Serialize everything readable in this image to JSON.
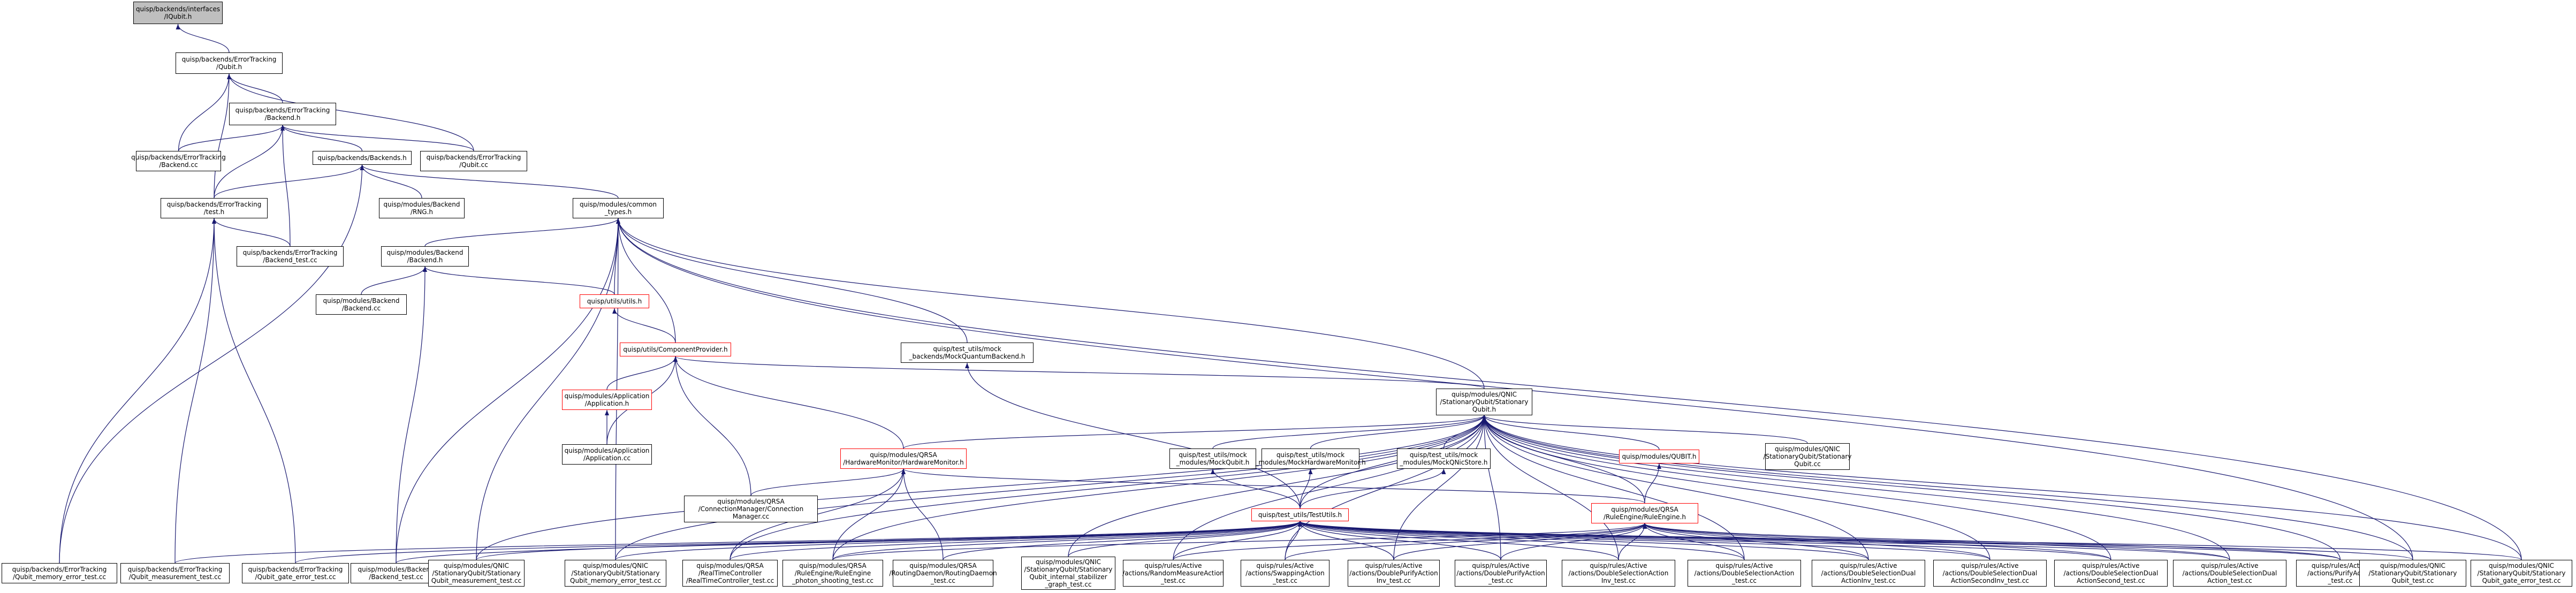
{
  "colors": {
    "edge": "#191970",
    "border": "#000000",
    "incomplete_border": "#ff0000",
    "focus_fill": "#bfbfbf"
  },
  "nodes": [
    {
      "id": "n0",
      "lines": [
        "quisp/backends/interfaces",
        "/IQubit.h"
      ],
      "style": "focus"
    },
    {
      "id": "n1",
      "lines": [
        "quisp/backends/ErrorTracking",
        "/Qubit.h"
      ]
    },
    {
      "id": "n2",
      "lines": [
        "quisp/backends/ErrorTracking",
        "/Backend.h"
      ]
    },
    {
      "id": "n3",
      "lines": [
        "quisp/backends/ErrorTracking",
        "/Backend.cc"
      ]
    },
    {
      "id": "n4",
      "lines": [
        "quisp/backends/Backends.h"
      ]
    },
    {
      "id": "n5",
      "lines": [
        "quisp/backends/ErrorTracking",
        "/Qubit.cc"
      ]
    },
    {
      "id": "n6",
      "lines": [
        "quisp/backends/ErrorTracking",
        "/test.h"
      ]
    },
    {
      "id": "n7",
      "lines": [
        "quisp/modules/Backend",
        "/RNG.h"
      ]
    },
    {
      "id": "n8",
      "lines": [
        "quisp/modules/common",
        "_types.h"
      ]
    },
    {
      "id": "n9",
      "lines": [
        "quisp/backends/ErrorTracking",
        "/Backend_test.cc"
      ]
    },
    {
      "id": "n10",
      "lines": [
        "quisp/modules/Backend",
        "/Backend.h"
      ]
    },
    {
      "id": "n11",
      "lines": [
        "quisp/utils/utils.h"
      ],
      "style": "red"
    },
    {
      "id": "n12",
      "lines": [
        "quisp/modules/Backend",
        "/Backend.cc"
      ]
    },
    {
      "id": "n13",
      "lines": [
        "quisp/utils/ComponentProvider.h"
      ],
      "style": "red"
    },
    {
      "id": "n14",
      "lines": [
        "quisp/test_utils/mock",
        "_backends/MockQuantumBackend.h"
      ]
    },
    {
      "id": "n15",
      "lines": [
        "quisp/modules/Application",
        "/Application.h"
      ],
      "style": "red"
    },
    {
      "id": "n16",
      "lines": [
        "quisp/modules/QNIC",
        "/StationaryQubit/Stationary",
        "Qubit.h"
      ]
    },
    {
      "id": "n17",
      "lines": [
        "quisp/modules/Application",
        "/Application.cc"
      ]
    },
    {
      "id": "n18",
      "lines": [
        "quisp/modules/QRSA",
        "/HardwareMonitor/HardwareMonitor.h"
      ],
      "style": "red"
    },
    {
      "id": "n19",
      "lines": [
        "quisp/test_utils/mock",
        "_modules/MockQubit.h"
      ]
    },
    {
      "id": "n20",
      "lines": [
        "quisp/test_utils/mock",
        "_modules/MockHardwareMonitor.h"
      ]
    },
    {
      "id": "n21",
      "lines": [
        "quisp/test_utils/mock",
        "_modules/MockQNicStore.h"
      ]
    },
    {
      "id": "n22",
      "lines": [
        "quisp/modules/QUBIT.h"
      ],
      "style": "red"
    },
    {
      "id": "n23",
      "lines": [
        "quisp/modules/QNIC",
        "/StationaryQubit/Stationary",
        "Qubit.cc"
      ]
    },
    {
      "id": "n24",
      "lines": [
        "quisp/modules/QRSA",
        "/ConnectionManager/Connection",
        "Manager.cc"
      ]
    },
    {
      "id": "n25",
      "lines": [
        "quisp/test_utils/TestUtils.h"
      ],
      "style": "red"
    },
    {
      "id": "n26",
      "lines": [
        "quisp/modules/QRSA",
        "/RuleEngine/RuleEngine.h"
      ],
      "style": "red"
    },
    {
      "id": "b0",
      "lines": [
        "quisp/backends/ErrorTracking",
        "/Qubit_memory_error_test.cc"
      ]
    },
    {
      "id": "b1",
      "lines": [
        "quisp/backends/ErrorTracking",
        "/Qubit_measurement_test.cc"
      ]
    },
    {
      "id": "b2",
      "lines": [
        "quisp/backends/ErrorTracking",
        "/Qubit_gate_error_test.cc"
      ]
    },
    {
      "id": "b3",
      "lines": [
        "quisp/modules/Backend",
        "/Backend_test.cc"
      ]
    },
    {
      "id": "b4",
      "lines": [
        "quisp/modules/QNIC",
        "/StationaryQubit/Stationary",
        "Qubit_measurement_test.cc"
      ]
    },
    {
      "id": "b5",
      "lines": [
        "quisp/modules/QNIC",
        "/StationaryQubit/Stationary",
        "Qubit_memory_error_test.cc"
      ]
    },
    {
      "id": "b6",
      "lines": [
        "quisp/modules/QRSA",
        "/RealTimeController",
        "/RealTimeController_test.cc"
      ]
    },
    {
      "id": "b7",
      "lines": [
        "quisp/modules/QRSA",
        "/RuleEngine/RuleEngine",
        "_photon_shooting_test.cc"
      ]
    },
    {
      "id": "b8",
      "lines": [
        "quisp/modules/QRSA",
        "/RoutingDaemon/RoutingDaemon",
        "_test.cc"
      ]
    },
    {
      "id": "b9",
      "lines": [
        "quisp/modules/QNIC",
        "/StationaryQubit/Stationary",
        "Qubit_internal_stabilizer",
        "_graph_test.cc"
      ]
    },
    {
      "id": "b10",
      "lines": [
        "quisp/rules/Active",
        "/actions/RandomMeasureAction",
        "_test.cc"
      ]
    },
    {
      "id": "b11",
      "lines": [
        "quisp/rules/Active",
        "/actions/SwappingAction",
        "_test.cc"
      ]
    },
    {
      "id": "b12",
      "lines": [
        "quisp/rules/Active",
        "/actions/DoublePurifyAction",
        "Inv_test.cc"
      ]
    },
    {
      "id": "b13",
      "lines": [
        "quisp/rules/Active",
        "/actions/DoublePurifyAction",
        "_test.cc"
      ]
    },
    {
      "id": "b14",
      "lines": [
        "quisp/rules/Active",
        "/actions/DoubleSelectionAction",
        "Inv_test.cc"
      ]
    },
    {
      "id": "b15",
      "lines": [
        "quisp/rules/Active",
        "/actions/DoubleSelectionAction",
        "_test.cc"
      ]
    },
    {
      "id": "b16",
      "lines": [
        "quisp/rules/Active",
        "/actions/DoubleSelectionDual",
        "ActionInv_test.cc"
      ]
    },
    {
      "id": "b17",
      "lines": [
        "quisp/rules/Active",
        "/actions/DoubleSelectionDual",
        "ActionSecondInv_test.cc"
      ]
    },
    {
      "id": "b18",
      "lines": [
        "quisp/rules/Active",
        "/actions/DoubleSelectionDual",
        "ActionSecond_test.cc"
      ]
    },
    {
      "id": "b19",
      "lines": [
        "quisp/rules/Active",
        "/actions/DoubleSelectionDual",
        "Action_test.cc"
      ]
    },
    {
      "id": "b20",
      "lines": [
        "quisp/rules/Active",
        "/actions/PurifyAction",
        "_test.cc"
      ]
    },
    {
      "id": "b21",
      "lines": [
        "quisp/modules/QNIC",
        "/StationaryQubit/Stationary",
        "Qubit_test.cc"
      ]
    },
    {
      "id": "b22",
      "lines": [
        "quisp/modules/QNIC",
        "/StationaryQubit/Stationary",
        "Qubit_gate_error_test.cc"
      ]
    }
  ],
  "edges": [
    [
      "n0",
      "n1"
    ],
    [
      "n1",
      "n2"
    ],
    [
      "n1",
      "n3"
    ],
    [
      "n1",
      "n5"
    ],
    [
      "n1",
      "n6"
    ],
    [
      "n2",
      "n3"
    ],
    [
      "n2",
      "n4"
    ],
    [
      "n2",
      "n5"
    ],
    [
      "n2",
      "n6"
    ],
    [
      "n2",
      "n9"
    ],
    [
      "n4",
      "n6"
    ],
    [
      "n4",
      "n7"
    ],
    [
      "n4",
      "n8"
    ],
    [
      "n4",
      "b0"
    ],
    [
      "n6",
      "n9"
    ],
    [
      "n6",
      "b0"
    ],
    [
      "n6",
      "b1"
    ],
    [
      "n6",
      "b2"
    ],
    [
      "n8",
      "n10"
    ],
    [
      "n8",
      "n11"
    ],
    [
      "n8",
      "n13"
    ],
    [
      "n8",
      "n14"
    ],
    [
      "n8",
      "n16"
    ],
    [
      "n8",
      "b3"
    ],
    [
      "n8",
      "b4"
    ],
    [
      "n8",
      "b5"
    ],
    [
      "n8",
      "b21"
    ],
    [
      "n8",
      "b22"
    ],
    [
      "n10",
      "n11"
    ],
    [
      "n10",
      "n12"
    ],
    [
      "n10",
      "b3"
    ],
    [
      "n11",
      "n13"
    ],
    [
      "n13",
      "n15"
    ],
    [
      "n13",
      "n16"
    ],
    [
      "n13",
      "n17"
    ],
    [
      "n13",
      "n18"
    ],
    [
      "n13",
      "n24"
    ],
    [
      "n14",
      "n25"
    ],
    [
      "n15",
      "n17"
    ],
    [
      "n16",
      "n18"
    ],
    [
      "n16",
      "n19"
    ],
    [
      "n16",
      "n20"
    ],
    [
      "n16",
      "n21"
    ],
    [
      "n16",
      "n22"
    ],
    [
      "n16",
      "n23"
    ],
    [
      "n16",
      "n25"
    ],
    [
      "n16",
      "n26"
    ],
    [
      "n16",
      "b4"
    ],
    [
      "n16",
      "b5"
    ],
    [
      "n16",
      "b6"
    ],
    [
      "n16",
      "b7"
    ],
    [
      "n16",
      "b9"
    ],
    [
      "n16",
      "b10"
    ],
    [
      "n16",
      "b11"
    ],
    [
      "n16",
      "b12"
    ],
    [
      "n16",
      "b13"
    ],
    [
      "n16",
      "b14"
    ],
    [
      "n16",
      "b15"
    ],
    [
      "n16",
      "b16"
    ],
    [
      "n16",
      "b17"
    ],
    [
      "n16",
      "b18"
    ],
    [
      "n16",
      "b19"
    ],
    [
      "n16",
      "b20"
    ],
    [
      "n16",
      "b21"
    ],
    [
      "n16",
      "b22"
    ],
    [
      "n18",
      "n24"
    ],
    [
      "n18",
      "n26"
    ],
    [
      "n18",
      "b6"
    ],
    [
      "n18",
      "b7"
    ],
    [
      "n18",
      "b8"
    ],
    [
      "n19",
      "n25"
    ],
    [
      "n20",
      "n25"
    ],
    [
      "n21",
      "n25"
    ],
    [
      "n22",
      "n26"
    ],
    [
      "n25",
      "b1"
    ],
    [
      "n25",
      "b2"
    ],
    [
      "n25",
      "b3"
    ],
    [
      "n25",
      "b4"
    ],
    [
      "n25",
      "b5"
    ],
    [
      "n25",
      "b6"
    ],
    [
      "n25",
      "b7"
    ],
    [
      "n25",
      "b8"
    ],
    [
      "n25",
      "b9"
    ],
    [
      "n25",
      "b10"
    ],
    [
      "n25",
      "b11"
    ],
    [
      "n25",
      "b12"
    ],
    [
      "n25",
      "b13"
    ],
    [
      "n25",
      "b14"
    ],
    [
      "n25",
      "b15"
    ],
    [
      "n25",
      "b16"
    ],
    [
      "n25",
      "b17"
    ],
    [
      "n25",
      "b18"
    ],
    [
      "n25",
      "b19"
    ],
    [
      "n25",
      "b20"
    ],
    [
      "n25",
      "b21"
    ],
    [
      "n25",
      "b22"
    ],
    [
      "n26",
      "b7"
    ],
    [
      "n26",
      "b10"
    ],
    [
      "n26",
      "b11"
    ],
    [
      "n26",
      "b12"
    ],
    [
      "n26",
      "b13"
    ],
    [
      "n26",
      "b14"
    ],
    [
      "n26",
      "b15"
    ],
    [
      "n26",
      "b16"
    ],
    [
      "n26",
      "b17"
    ],
    [
      "n26",
      "b18"
    ],
    [
      "n26",
      "b19"
    ],
    [
      "n26",
      "b20"
    ]
  ]
}
